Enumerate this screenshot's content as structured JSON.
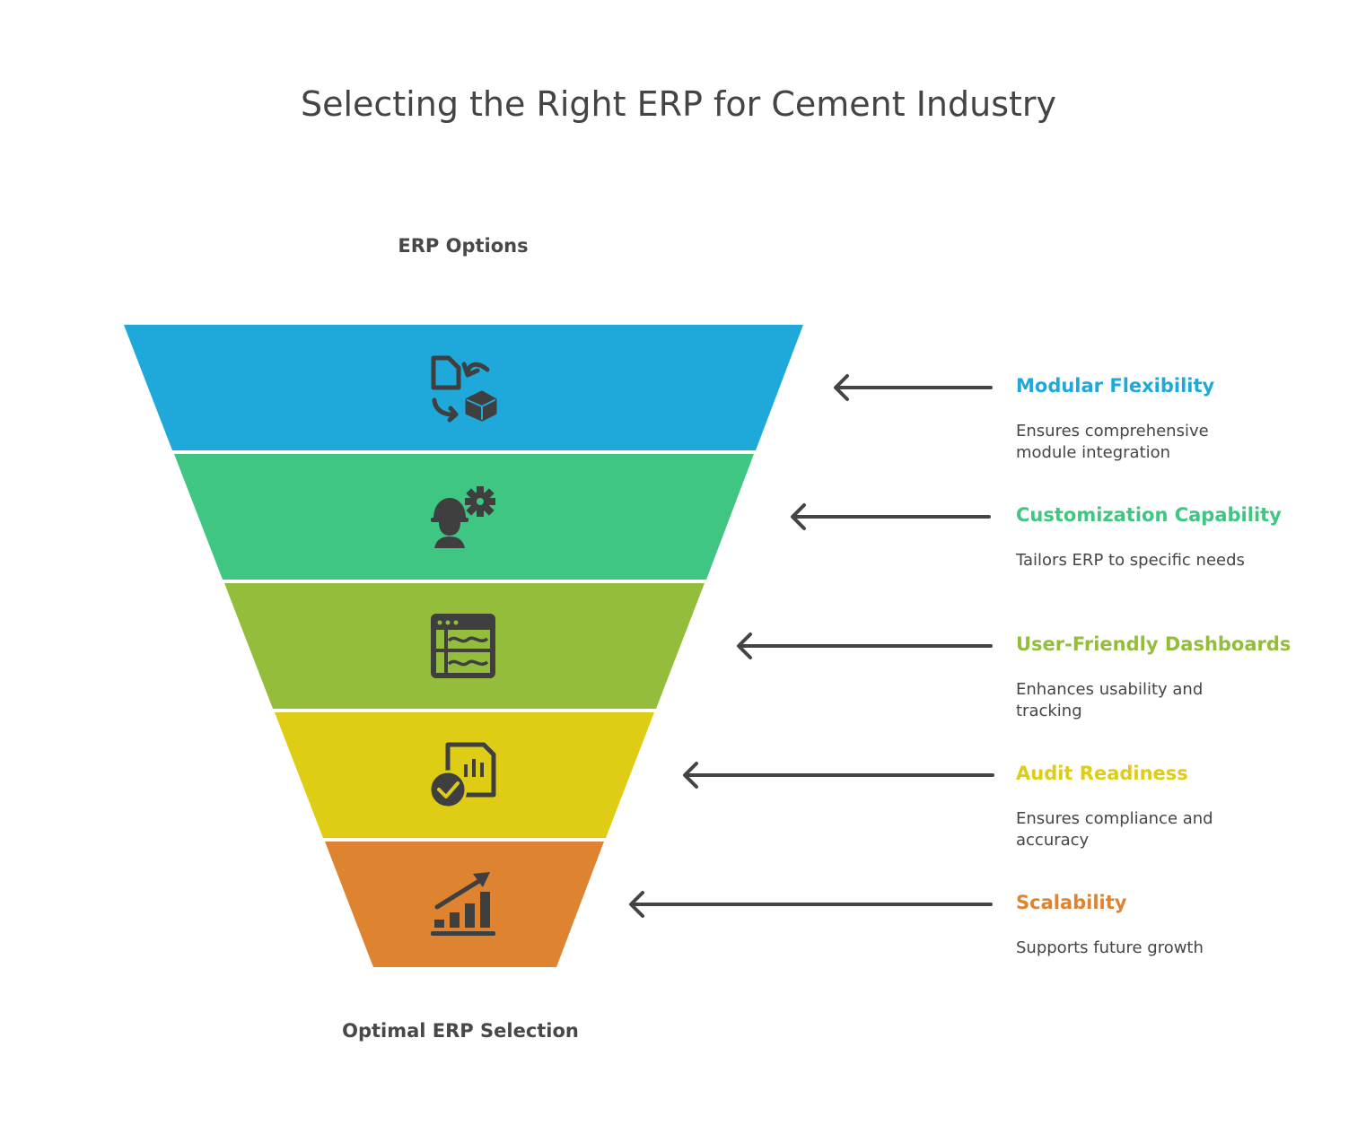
{
  "title": "Selecting the Right ERP for Cement Industry",
  "top_label": "ERP Options",
  "bottom_label": "Optimal ERP Selection",
  "stages": [
    {
      "title": "Modular Flexibility",
      "desc": "Ensures comprehensive module integration",
      "color": "#1ea9da",
      "icon": "document-cube-exchange-icon"
    },
    {
      "title": "Customization Capability",
      "desc": "Tailors ERP to specific needs",
      "color": "#3ec682",
      "icon": "engineer-gear-icon"
    },
    {
      "title": "User-Friendly Dashboards",
      "desc": "Enhances usability and tracking",
      "color": "#93bd3a",
      "icon": "dashboard-window-icon"
    },
    {
      "title": "Audit Readiness",
      "desc": "Ensures compliance and accuracy",
      "color": "#dfcc14",
      "icon": "report-check-icon"
    },
    {
      "title": "Scalability",
      "desc": "Supports future growth",
      "color": "#de8330",
      "icon": "growth-chart-icon"
    }
  ]
}
